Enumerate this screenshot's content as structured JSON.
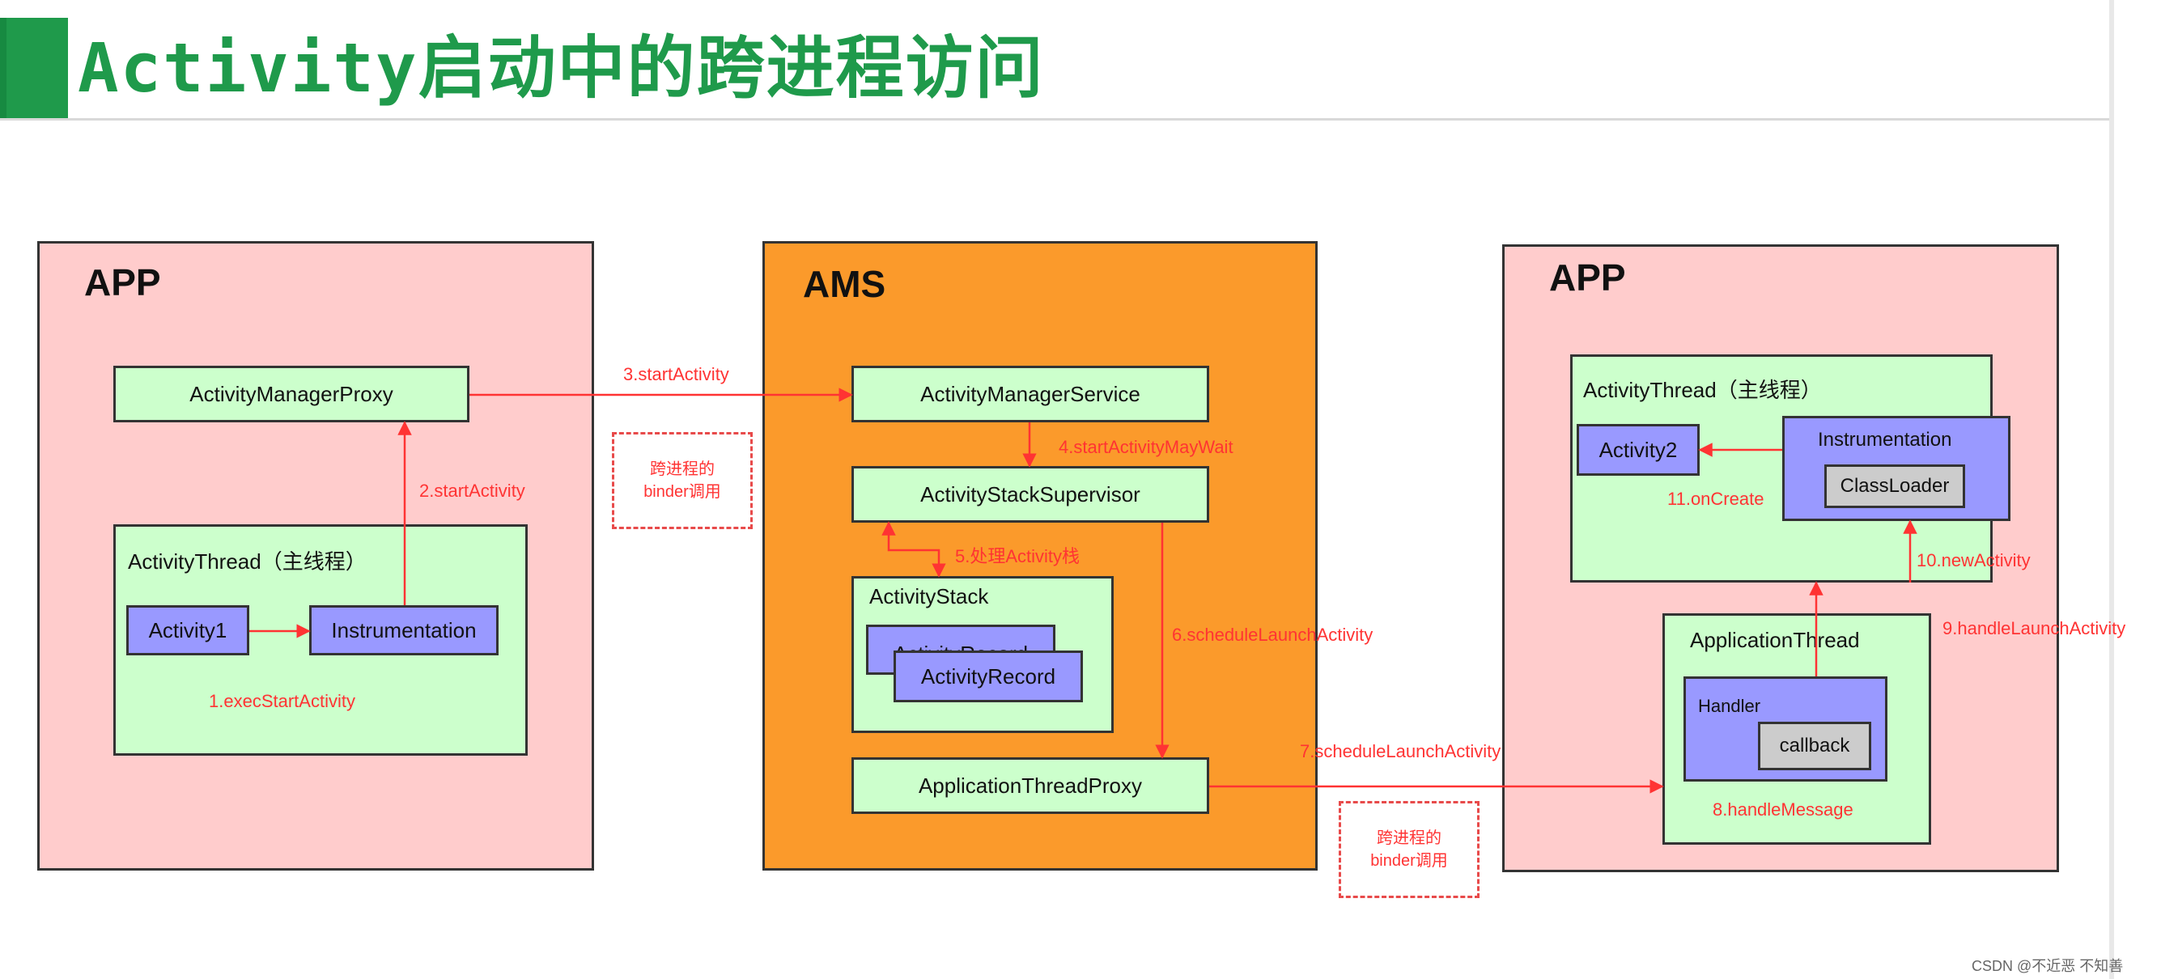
{
  "title": "Activity启动中的跨进程访问",
  "panels": {
    "app_left": {
      "title": "APP"
    },
    "ams": {
      "title": "AMS"
    },
    "app_right": {
      "title": "APP"
    }
  },
  "nodes": {
    "activity_manager_proxy": "ActivityManagerProxy",
    "activity_thread_left": "ActivityThread（主线程）",
    "activity1": "Activity1",
    "instrumentation_left": "Instrumentation",
    "activity_manager_service": "ActivityManagerService",
    "activity_stack_supervisor": "ActivityStackSupervisor",
    "activity_stack": "ActivityStack",
    "activity_record_back": "ActivityRecord",
    "activity_record_front": "ActivityRecord",
    "application_thread_proxy": "ApplicationThreadProxy",
    "activity_thread_right": "ActivityThread（主线程）",
    "activity2": "Activity2",
    "instrumentation_right": "Instrumentation",
    "class_loader": "ClassLoader",
    "application_thread": "ApplicationThread",
    "handler": "Handler",
    "callback": "callback"
  },
  "edges": {
    "e1": "1.execStartActivity",
    "e2": "2.startActivity",
    "e3": "3.startActivity",
    "e4": "4.startActivityMayWait",
    "e5": "5.处理Activity栈",
    "e6": "6.scheduleLaunchActivity",
    "e7": "7.scheduleLaunchActivity",
    "e8": "8.handleMessage",
    "e9": "9.handleLaunchActivity",
    "e10": "10.newActivity",
    "e11": "11.onCreate"
  },
  "notes": {
    "binder_left": [
      "跨进程的",
      "binder调用"
    ],
    "binder_right": [
      "跨进程的",
      "binder调用"
    ]
  },
  "watermark": "CSDN @不近恶 不知善",
  "colors": {
    "title_green": "#1f9a4b",
    "app_panel": "#ffcccc",
    "ams_panel": "#fb9a2b",
    "green_box": "#ccffcc",
    "blue_box": "#9999ff",
    "gray_box": "#cccccc",
    "arrow_red": "#ff3333"
  }
}
